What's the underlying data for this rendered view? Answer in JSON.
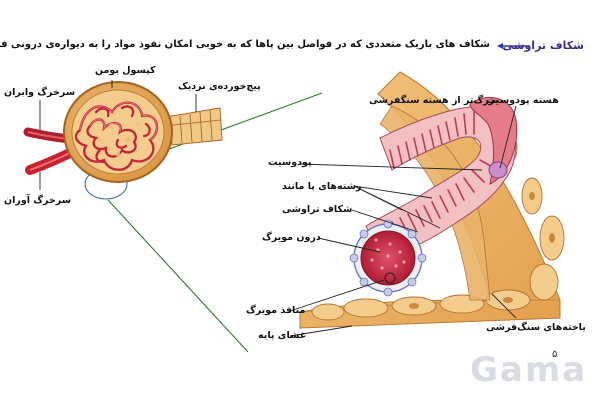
{
  "title": "شکاف تراوشی",
  "caption": "شکاف های باریک متعددی که در فواصل بین پاها که به خوبی امکان نفوذ مواد را به دیواره‌ی  درونی فراهم می‌کند.",
  "labels_left": {
    "capsule": "کپسول بومن",
    "proximal_tubule": "پیچ‌خورده‌ی نزدیک",
    "afferent": "سرخرگ وابران",
    "efferent": "سرخرگ آوران"
  },
  "labels_right": {
    "podocyte_nucleus": "هسته پودوسیت",
    "larger_than_squamous": "بزرگ‌تر از هسته سنگفرشی",
    "podocyte": "پودوسیت",
    "foot_processes": "رشته‌های پا مانند",
    "filtration_slit": "شکاف تراوشی",
    "capillary_lumen": "درون مویرگ",
    "capillary_pores": "منافذ مویرگ",
    "basement_membrane": "غشای پایه",
    "squamous_cells": "یاخته‌های سنگ‌فرشی"
  },
  "page_number": "۵",
  "watermark": "Gama",
  "colors": {
    "title": "#3a2e8c",
    "arrow_blue": "#2c3e9e",
    "zoom_line": "#2f7a2f",
    "capsule_tan": "#e6ae5c",
    "vessel_red": "#c8202c",
    "podocyte_pink": "#e07a86"
  }
}
